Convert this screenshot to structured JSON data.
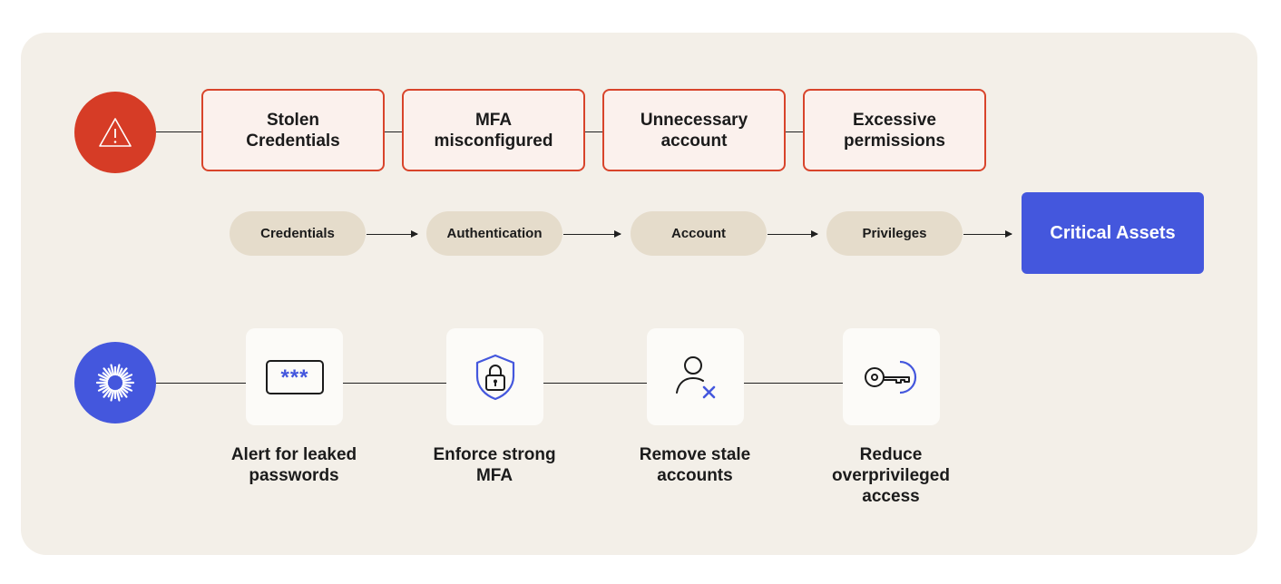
{
  "risks": [
    {
      "label": "Stolen\nCredentials"
    },
    {
      "label": "MFA\nmisconfigured"
    },
    {
      "label": "Unnecessary\naccount"
    },
    {
      "label": "Excessive\npermissions"
    }
  ],
  "path": {
    "stages": [
      "Credentials",
      "Authentication",
      "Account",
      "Privileges"
    ],
    "target": "Critical Assets"
  },
  "mitigations": [
    {
      "icon": "password-icon",
      "label": "Alert for leaked\npasswords"
    },
    {
      "icon": "shield-lock-icon",
      "label": "Enforce strong\nMFA"
    },
    {
      "icon": "remove-user-icon",
      "label": "Remove stale\naccounts"
    },
    {
      "icon": "key-icon",
      "label": "Reduce\noverprivileged\naccess"
    }
  ],
  "colors": {
    "risk_red": "#d63c26",
    "brand_blue": "#4457dd",
    "panel_bg": "#f3efe8",
    "pill_bg": "#e5dccb"
  },
  "icons": {
    "risk_badge": "warning-icon",
    "brand_badge": "sunburst-logo-icon"
  }
}
